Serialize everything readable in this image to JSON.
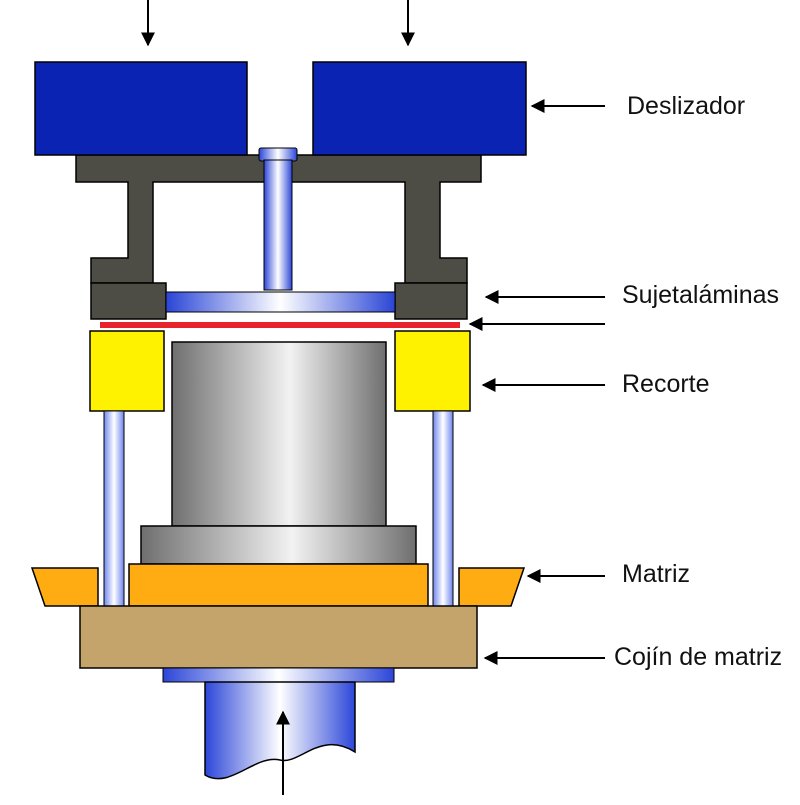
{
  "diagram": {
    "labels": [
      {
        "id": "slide",
        "text": "Deslizador"
      },
      {
        "id": "blank-holder",
        "text": "Sujetaláminas"
      },
      {
        "id": "blank",
        "text": "Recorte"
      },
      {
        "id": "die",
        "text": "Matriz"
      },
      {
        "id": "die-cushion",
        "text": "Cojín de matriz"
      }
    ]
  },
  "colors": {
    "slide": "#0a23b3",
    "frame": "#4d4d45",
    "blank_holder_ring": "#2a45d6",
    "sheet": "#e8232c",
    "blank": "#fff200",
    "punch": "#9a9a9a",
    "die": "#ffab12",
    "die_cushion": "#c4a46a",
    "cushion_rod": "#3a55e0",
    "outline": "#000000"
  }
}
